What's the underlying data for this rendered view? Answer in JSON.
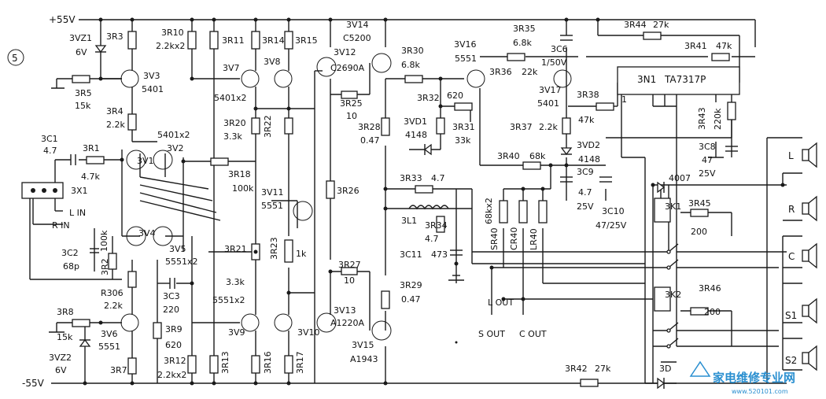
{
  "figure_number": "5",
  "rails": {
    "positive": "+55V",
    "negative": "-55V"
  },
  "labels": {
    "r_3r3": "3R3",
    "vz1": "3VZ1",
    "vz1_v": "6V",
    "r_3r10": "3R10",
    "r_3r10_v": "2.2kx2",
    "r_3r11": "3R11",
    "r_3r14": "3R14",
    "r_3r15": "3R15",
    "r_3r5": "3R5",
    "r_3r5_v": "15k",
    "q_3v3": "3V3",
    "q_3v3_v": "5401",
    "q_3v7": "3V7",
    "q_3v8": "3V8",
    "q_3v78_v": "5401x2",
    "r_3r4": "3R4",
    "r_3r4_v": "2.2k",
    "q_3v1": "3V1",
    "q_3v2": "3V2",
    "q_3v12_v": "5401x2",
    "c_3c1": "3C1",
    "c_3c1_v": "4.7",
    "r_3r1": "3R1",
    "r_3r1_v": "4.7k",
    "r_3r20": "3R20",
    "r_3r20_v": "3.3k",
    "r_3r22": "3R22",
    "r_3r18": "3R18",
    "r_3r18_v": "100k",
    "conn_3x1": "3X1",
    "l_in": "L IN",
    "r_in": "R IN",
    "q_3v11": "3V11",
    "q_3v11_v": "5551",
    "q_3v4": "3V4",
    "q_3v5": "3V5",
    "q_3v45_v": "5551x2",
    "r_100k": "100k",
    "r_3r2": "3R2",
    "c_3c2": "3C2",
    "c_3c2_v": "68p",
    "r_3r23": "3R23",
    "r_1k": "1k",
    "r_3r21": "3R21",
    "r_3r21_v": "3.3k",
    "r_3r306": "R306",
    "r_3r306_v": "2.2k",
    "c_3c3": "3C3",
    "c_3c3_v": "220",
    "q_3v910_v": "5551x2",
    "r_3r8": "3R8",
    "r_3r8_v": "15k",
    "q_3v6": "3V6",
    "q_3v6_v": "5551",
    "r_3r9": "3R9",
    "r_3r9_v": "620",
    "q_3v9": "3V9",
    "q_3v10": "3V10",
    "vz2": "3VZ2",
    "vz2_v": "6V",
    "r_3r7": "3R7",
    "r_3r12": "3R12",
    "r_3r12_v": "2.2kx2",
    "r_3r13": "3R13",
    "r_3r16": "3R16",
    "r_3r17": "3R17",
    "q_3v14": "3V14",
    "q_3v14_v": "C5200",
    "q_3v12": "3V12",
    "q_3v12b_v": "C2690A",
    "r_3r25": "3R25",
    "r_3r25_v": "10",
    "r_3r28": "3R28",
    "r_3r28_v": "0.47",
    "r_3r26": "3R26",
    "r_3r27": "3R27",
    "r_3r27_v": "10",
    "q_3v13": "3V13",
    "q_3v13_v": "A1220A",
    "q_3v15": "3V15",
    "q_3v15_v": "A1943",
    "r_3r29": "3R29",
    "r_3r29_v": "0.47",
    "r_3r30": "3R30",
    "r_3r30_v": "6.8k",
    "r_3r32": "3R32",
    "r_620": "620",
    "d_3vd1": "3VD1",
    "d_3vd1_v": "4148",
    "r_3r31": "3R31",
    "r_3r31_v": "33k",
    "r_3r33": "3R33",
    "r_3r33_v": "4.7",
    "l_3l1": "3L1",
    "r_3r34": "3R34",
    "r_3r34_v": "4.7",
    "c_3c11": "3C11",
    "c_3c11_v": "473",
    "q_3v16": "3V16",
    "q_3v16_v": "5551",
    "r_3r35": "3R35",
    "r_3r35_v": "6.8k",
    "c_3c6": "3C6",
    "c_3c6_v": "1/50V",
    "r_3r36": "3R36",
    "r_3r36_v": "22k",
    "q_3v17": "3V17",
    "q_3v17_v": "5401",
    "r_3r37": "3R37",
    "r_3r37_v": "2.2k",
    "r_3r38": "3R38",
    "r_3r38_v": "47k",
    "r_3r44": "3R44",
    "r_3r44_v": "27k",
    "r_3r41": "3R41",
    "r_3r41_v": "47k",
    "ic_3n1": "3N1",
    "ic_3n1_v": "TA7317P",
    "ic_pin1": "1",
    "r_3r43": "3R43",
    "r_3r43_v": "220k",
    "c_3c8": "3C8",
    "c_3c8_v1": "47",
    "c_3c8_v2": "25V",
    "d_3vd2": "3VD2",
    "d_3vd2_v": "4148",
    "r_3r40": "3R40",
    "r_3r40_v": "68k",
    "c_3c9": "3C9",
    "c_3c9_v1": "4.7",
    "c_3c9_v2": "25V",
    "c_3c10": "3C10",
    "c_3c10_v": "47/25V",
    "r_68kx2": "68kx2",
    "r_sr40": "SR40",
    "r_cr40": "CR40",
    "r_lr40": "LR40",
    "d_4007": "4007",
    "relay_3k1": "3K1",
    "relay_3k2": "3K2",
    "r_3r45": "3R45",
    "r_3r45_v": "200",
    "r_3r46": "3R46",
    "r_3r46_v": "200",
    "l_out": "L OUT",
    "s_out": "S OUT",
    "c_out": "C OUT",
    "r_3r42": "3R42",
    "r_3r42_v": "27k",
    "d_3d": "3D",
    "spk_l": "L",
    "spk_r": "R",
    "spk_c": "C",
    "spk_s1": "S1",
    "spk_s2": "S2"
  },
  "watermark": {
    "text": "家电维修专业网",
    "url": "www.520101.com"
  }
}
